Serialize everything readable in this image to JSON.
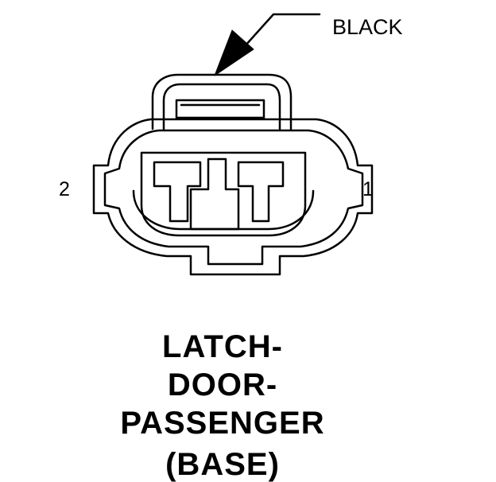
{
  "callout": {
    "color_label": "BLACK"
  },
  "pins": {
    "left": "2",
    "right": "1"
  },
  "title": {
    "line1": "LATCH-",
    "line2": "DOOR-",
    "line3": "PASSENGER",
    "line4": "(BASE)"
  },
  "colors": {
    "ink": "#000000",
    "background": "#ffffff"
  }
}
